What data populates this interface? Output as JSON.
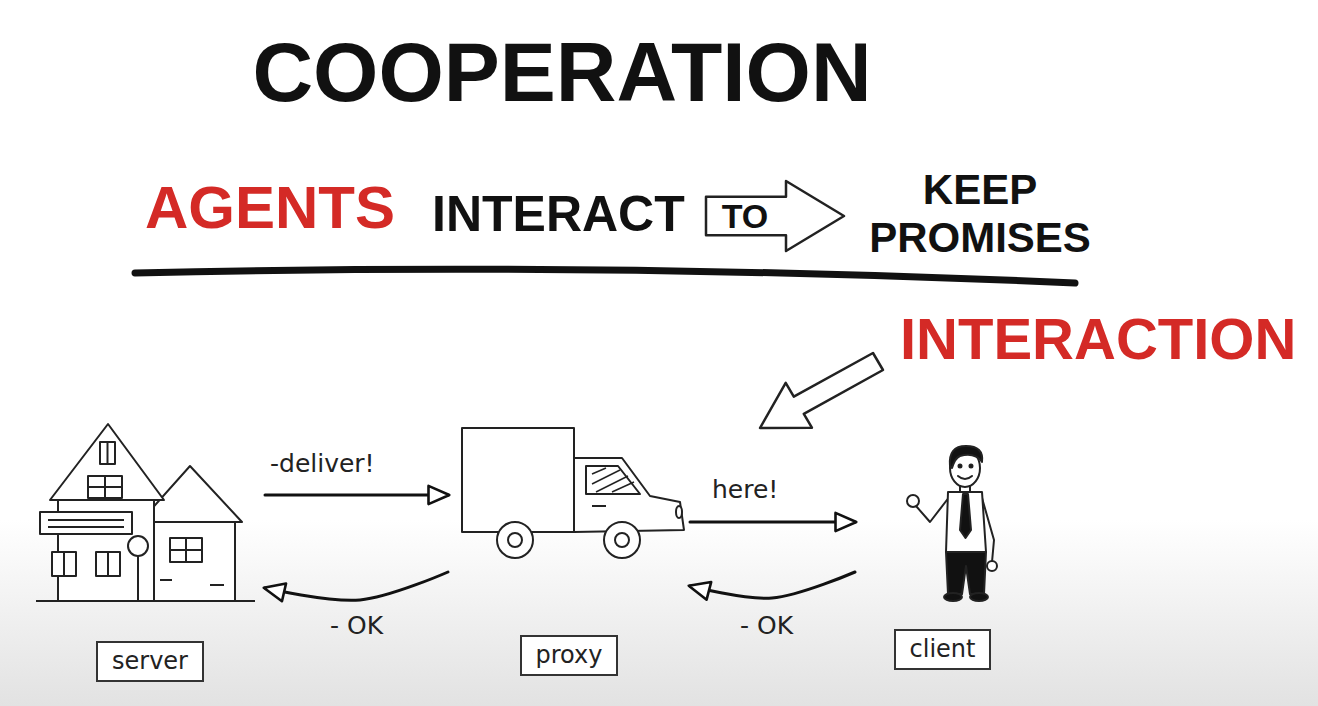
{
  "diagram": {
    "title": "COOPERATION",
    "nodes": [
      {
        "text": [
          "TO"
        ]
      },
      {
        "text": [
          "server"
        ]
      },
      {
        "text": [
          "proxy"
        ]
      },
      {
        "text": [
          "client"
        ]
      }
    ],
    "edges": [
      {
        "from": 1,
        "to": 2,
        "arrow": "to",
        "label": "-deliver!"
      },
      {
        "from": 2,
        "to": 1,
        "arrow": "to",
        "label": "- OK"
      },
      {
        "from": 2,
        "to": 3,
        "arrow": "to",
        "label": "here!"
      },
      {
        "from": 3,
        "to": 2,
        "arrow": "to",
        "label": "- OK"
      }
    ],
    "labels": [
      "AGENTS",
      "INTERACT",
      "KEEP PROMISES",
      "INTERACTION"
    ]
  }
}
